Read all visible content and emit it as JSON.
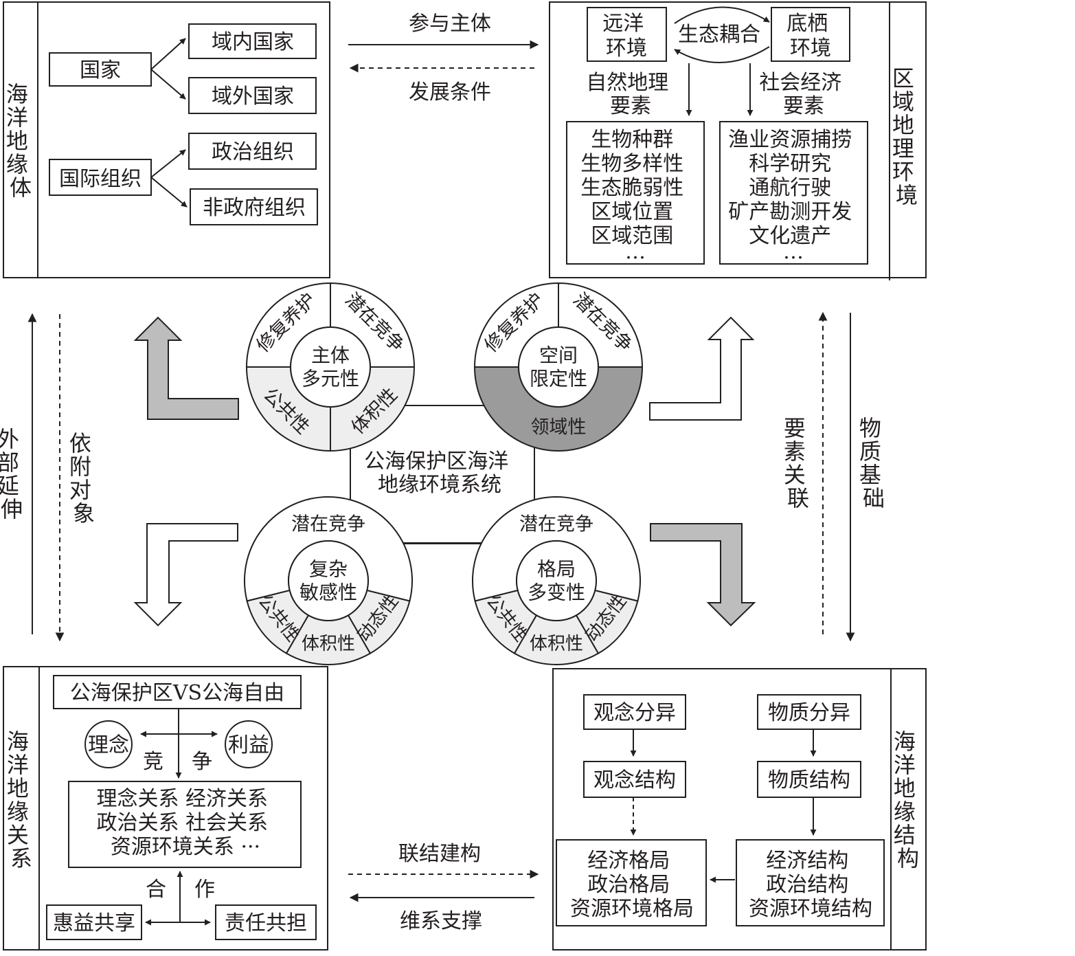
{
  "panels": {
    "entity": {
      "title": "海洋地缘体",
      "nation": "国家",
      "nation_children": [
        "域内国家",
        "域外国家"
      ],
      "intl_org": "国际组织",
      "intl_children": [
        "政治组织",
        "非政府组织"
      ]
    },
    "environment": {
      "title": "区域地理环境",
      "pelagic": "远洋环境",
      "benthic": "底栖环境",
      "coupling": "生态耦合",
      "natural_label": "自然地理要素",
      "social_label": "社会经济要素",
      "natural_items": [
        "生物种群",
        "生物多样性",
        "生态脆弱性",
        "区域位置",
        "区域范围",
        "…"
      ],
      "social_items": [
        "渔业资源捕捞",
        "科学研究",
        "通航行驶",
        "矿产勘测开发",
        "文化遗产",
        "…"
      ]
    },
    "relations": {
      "title": "海洋地缘关系",
      "top_box": "公海保护区VS公海自由",
      "idea": "理念",
      "interest": "利益",
      "compete": [
        "竞",
        "争"
      ],
      "relations_lines": [
        "理念关系 经济关系",
        "政治关系 社会关系",
        "资源环境关系 ···"
      ],
      "cooperate": [
        "合",
        "作"
      ],
      "benefit": "惠益共享",
      "responsibility": "责任共担"
    },
    "structure": {
      "title": "海洋地缘结构",
      "concept_diff": "观念分异",
      "concept_struct": "观念结构",
      "material_diff": "物质分异",
      "material_struct": "物质结构",
      "pattern_lines": [
        "经济格局",
        "政治格局",
        "资源环境格局"
      ],
      "structure_lines": [
        "经济结构",
        "政治结构",
        "资源环境结构"
      ]
    }
  },
  "links": {
    "top_forward": "参与主体",
    "top_back": "发展条件",
    "bottom_forward": "联结建构",
    "bottom_back": "维系支撑",
    "left_solid": "外部延伸",
    "left_dashed": "依附对象",
    "right_dashed": "要素关联",
    "right_solid": "物质基础"
  },
  "center": {
    "title_lines": [
      "公海保护区海洋",
      "地缘环境系统"
    ],
    "rings": [
      {
        "core": [
          "主体",
          "多元性"
        ],
        "seg_top_left": "修复养护",
        "seg_top_right": "潜在竞争",
        "seg_bottom_left": "公共性",
        "seg_bottom_right": "体积性"
      },
      {
        "core": [
          "空间",
          "限定性"
        ],
        "seg_top_left": "修复养护",
        "seg_top_right": "潜在竞争",
        "seg_bottom": "领域性"
      },
      {
        "core": [
          "复杂",
          "敏感性"
        ],
        "seg_top": "潜在竞争",
        "seg_bottom": [
          "公共性",
          "体积性",
          "动态性"
        ]
      },
      {
        "core": [
          "格局",
          "多变性"
        ],
        "seg_top": "潜在竞争",
        "seg_bottom": [
          "公共性",
          "体积性",
          "动态性"
        ]
      }
    ]
  },
  "colors": {
    "ink": "#231f20",
    "gray_arrow": "#bdbdbd",
    "light_segment": "#eeeeee",
    "dark_segment": "#9b9b9b"
  }
}
